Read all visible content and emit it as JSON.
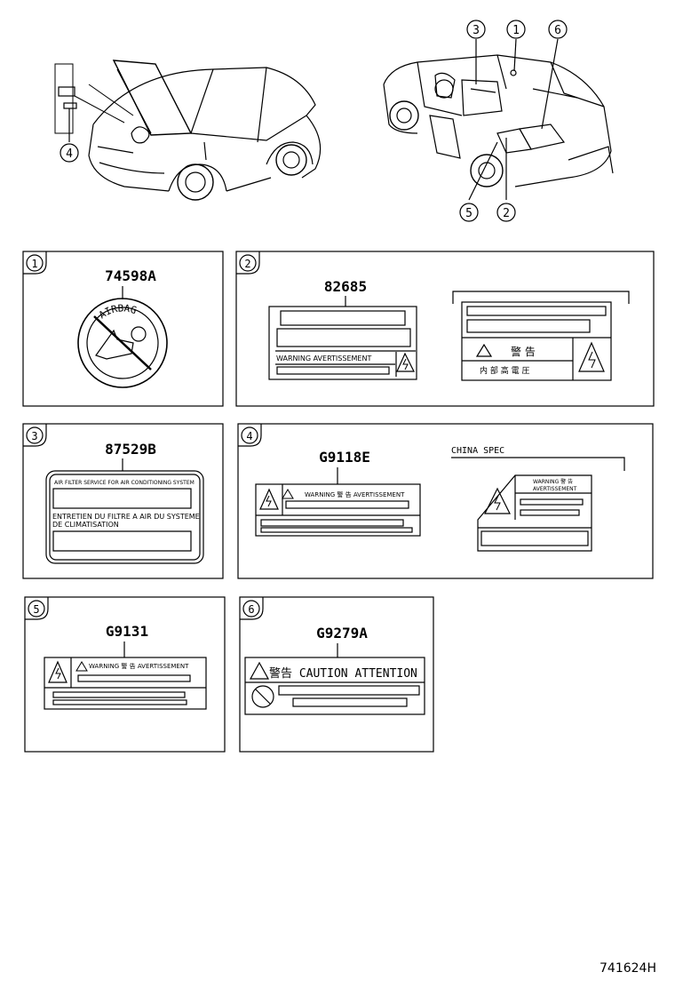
{
  "callouts": {
    "top_left": [
      "4"
    ],
    "top_right": [
      "3",
      "1",
      "6",
      "5",
      "2"
    ]
  },
  "panels": [
    {
      "number": "1",
      "part": "74598A",
      "seal_text": "AIRBAG"
    },
    {
      "number": "2",
      "part": "82685",
      "warning_text": "WARNING AVERTISSEMENT",
      "china_warning": "警 告",
      "china_bottom": "内 部 高 電 圧"
    },
    {
      "number": "3",
      "part": "87529B",
      "line1": "AIR FILTER SERVICE FOR AIR CONDITIONING SYSTEM",
      "line2": "ENTRETIEN DU FILTRE A AIR DU SYSTEME",
      "line3": "DE CLIMATISATION"
    },
    {
      "number": "4",
      "part": "G9118E",
      "warning_text": "WARNING 警 告 AVERTISSEMENT",
      "spec": "CHINA SPEC",
      "tri_text_1": "WARNING 警 告",
      "tri_text_2": "AVERTISSEMENT"
    },
    {
      "number": "5",
      "part": "G9131",
      "warning_text": "WARNING 警 告 AVERTISSEMENT"
    },
    {
      "number": "6",
      "part": "G9279A",
      "caution_text": "警告 CAUTION ATTENTION"
    }
  ],
  "diagram_id": "741624H"
}
